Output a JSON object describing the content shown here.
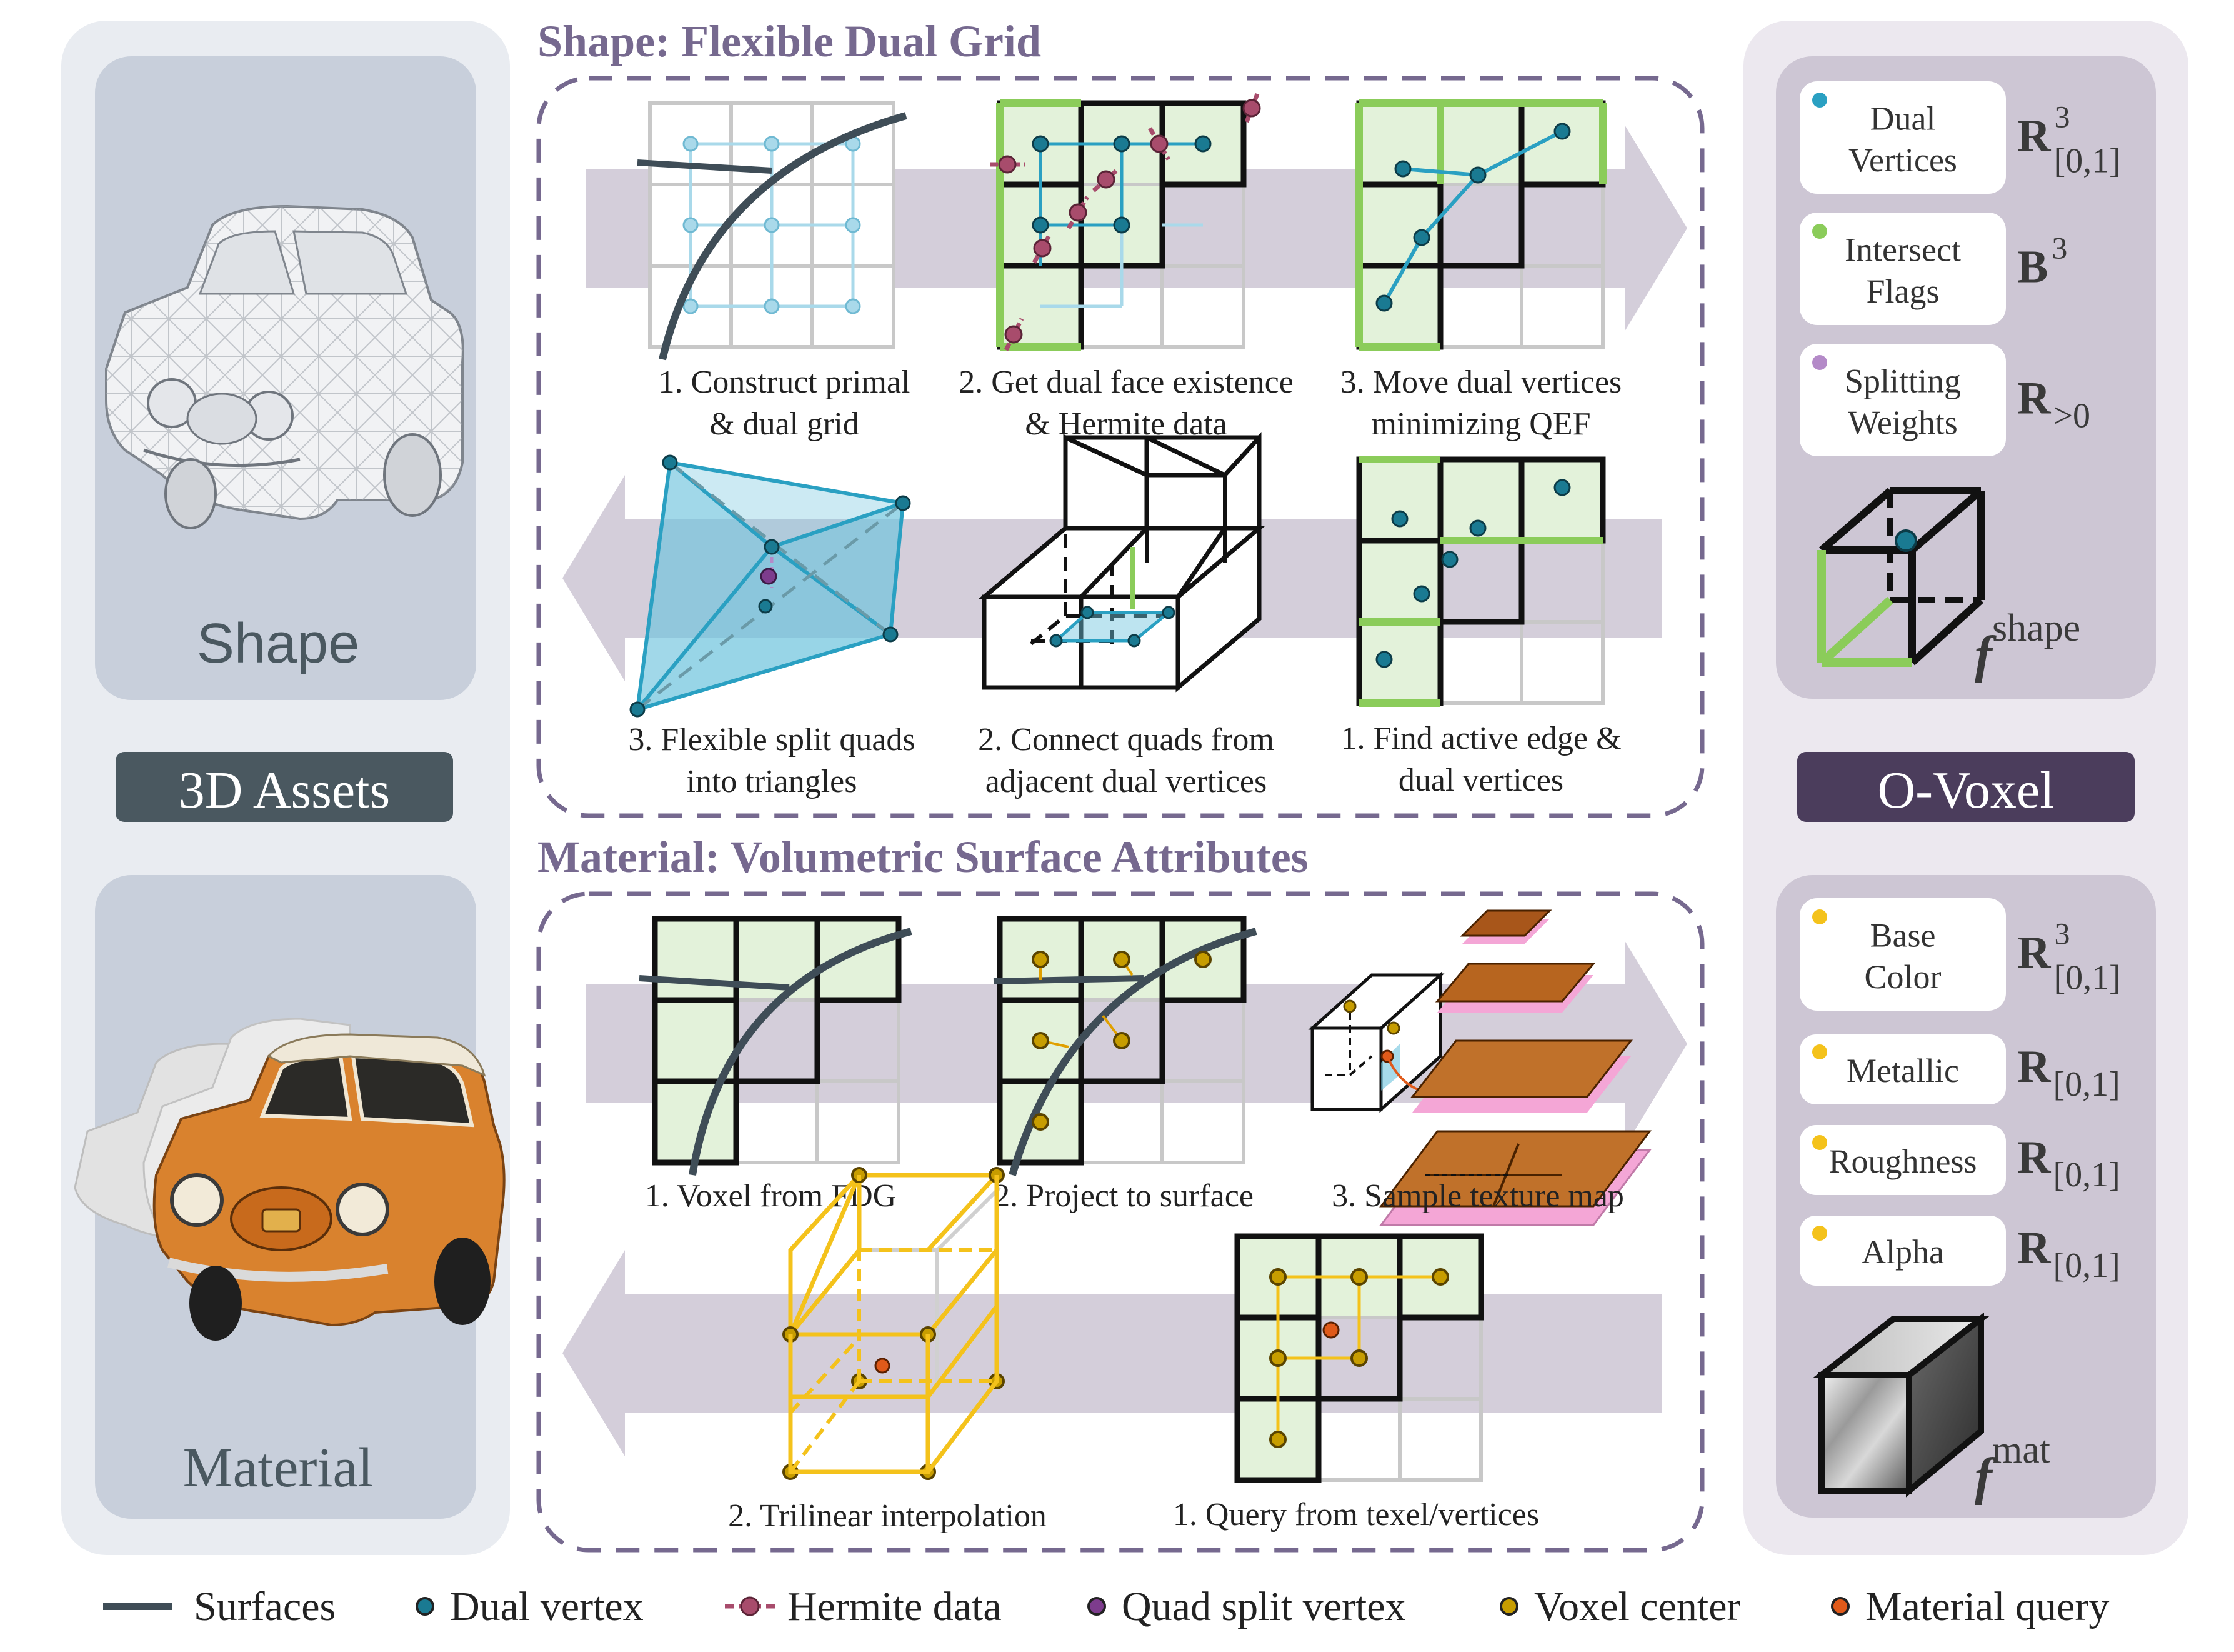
{
  "colors": {
    "panel_bg": "#e9ecf1",
    "asset_card": "#c8cfdb",
    "asset_label_bg": "#4a5860",
    "ovoxel_bg": "#ece8ef",
    "ovoxel_card": "#cdc6d4",
    "ovoxel_label_bg": "#4b3d5c",
    "section_title": "#76698f",
    "dashed_border": "#76698f",
    "arrow": "#d4ceda",
    "grid_gray": "#c8c8c8",
    "cell_fill": "#e3f2da",
    "active_edge": "#8bcc5a",
    "surface": "#3f4d57",
    "dual_vertex": "#1a7a92",
    "dual_edge": "#2aa0c2",
    "dual_edge_light": "#a9d9ea",
    "hermite": "#a84c6c",
    "quad_split": "#7d3c8d",
    "voxel_center": "#c79d00",
    "material_query": "#e05a1a",
    "trilinear": "#f4c21b",
    "tri_fill": "#6dc3dd"
  },
  "left_panel": {
    "shape_label": "Shape",
    "material_label": "Material",
    "assets_label": "3D Assets",
    "shape_image": "wireframe-car-icon",
    "material_image": "textured-car-icon"
  },
  "shape_section": {
    "title": "Shape: Flexible Dual Grid",
    "steps_top": [
      {
        "line1": "1. Construct primal",
        "line2": "& dual grid"
      },
      {
        "line1": "2. Get dual face existence",
        "line2": "& Hermite data"
      },
      {
        "line1": "3. Move dual vertices",
        "line2": "minimizing QEF"
      }
    ],
    "steps_bottom": [
      {
        "line1": "3. Flexible split quads",
        "line2": "into triangles"
      },
      {
        "line1": "2. Connect quads from",
        "line2": "adjacent dual vertices"
      },
      {
        "line1": "1. Find active edge &",
        "line2": "dual vertices"
      }
    ]
  },
  "material_section": {
    "title": "Material: Volumetric Surface Attributes",
    "steps_top": [
      "1. Voxel from FDG",
      "2. Project to surface",
      "3. Sample texture map"
    ],
    "steps_bottom": [
      "2. Trilinear interpolation",
      "1. Query from texel/vertices"
    ]
  },
  "right_panel": {
    "ovoxel_label": "O-Voxel",
    "shape_attrs": [
      {
        "line1": "Dual",
        "line2": "Vertices",
        "base": "R",
        "sup": "3",
        "sub": "[0,1]",
        "dot": "#2aa0c2"
      },
      {
        "line1": "Intersect",
        "line2": "Flags",
        "base": "B",
        "sup": "3",
        "sub": "",
        "dot": "#8bcc5a"
      },
      {
        "line1": "Splitting",
        "line2": "Weights",
        "base": "R",
        "sup": "",
        "sub": ">0",
        "dot": "#b48ac8"
      }
    ],
    "mat_attrs": [
      {
        "line1": "Base",
        "line2": "Color",
        "base": "R",
        "sup": "3",
        "sub": "[0,1]",
        "dot": "#f4c21b"
      },
      {
        "line1": "Metallic",
        "line2": "",
        "base": "R",
        "sup": "",
        "sub": "[0,1]",
        "dot": "#f4c21b"
      },
      {
        "line1": "Roughness",
        "line2": "",
        "base": "R",
        "sup": "",
        "sub": "[0,1]",
        "dot": "#f4c21b"
      },
      {
        "line1": "Alpha",
        "line2": "",
        "base": "R",
        "sup": "",
        "sub": "[0,1]",
        "dot": "#f4c21b"
      }
    ],
    "f_shape": {
      "base": "f",
      "sup": "shape"
    },
    "f_mat": {
      "base": "f",
      "sup": "mat"
    }
  },
  "legend": [
    {
      "label": "Surfaces",
      "marker": "line",
      "color": "#3f4d57"
    },
    {
      "label": "Dual vertex",
      "marker": "dot",
      "color": "#1a7a92"
    },
    {
      "label": "Hermite data",
      "marker": "hermite",
      "color": "#a84c6c"
    },
    {
      "label": "Quad split vertex",
      "marker": "dot",
      "color": "#7d3c8d"
    },
    {
      "label": "Voxel center",
      "marker": "dot",
      "color": "#c79d00"
    },
    {
      "label": "Material query",
      "marker": "dot",
      "color": "#e05a1a"
    }
  ]
}
